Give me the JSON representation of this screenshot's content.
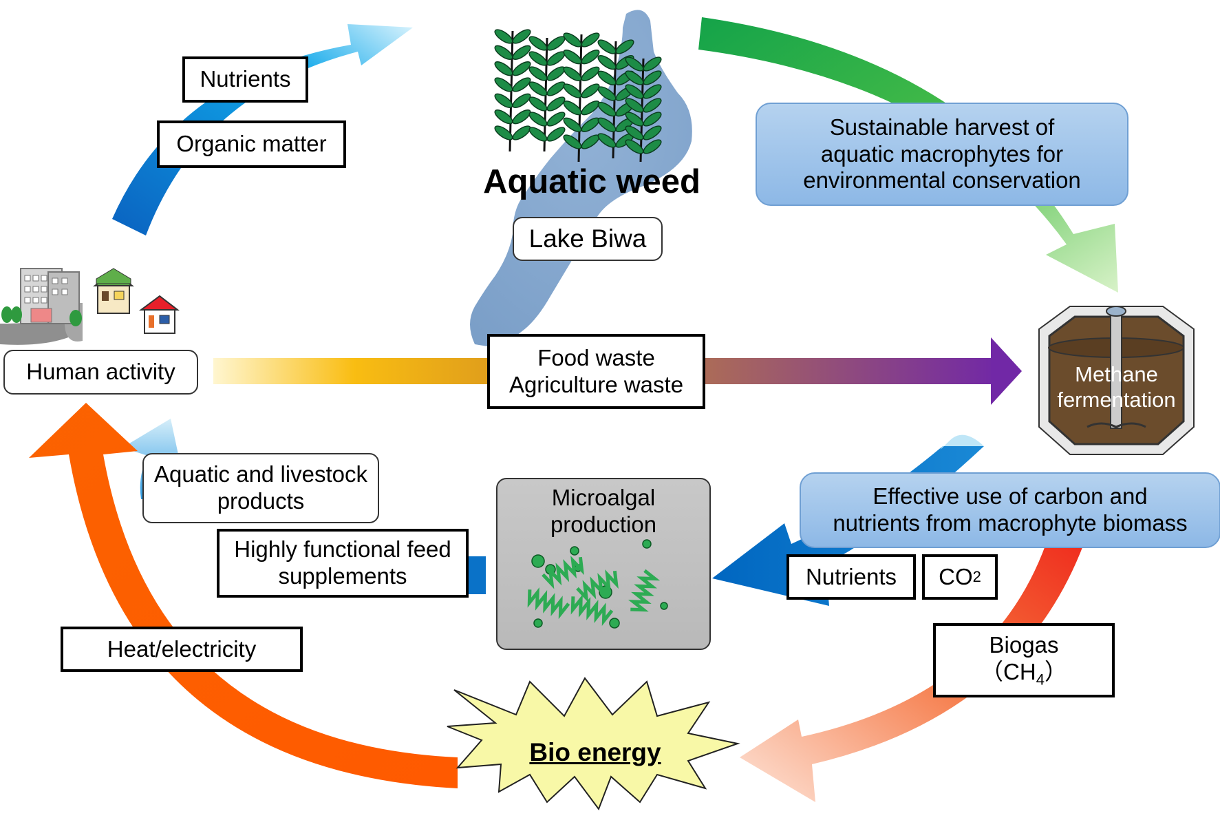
{
  "labels": {
    "nutrients_top": "Nutrients",
    "organic_matter": "Organic matter",
    "aquatic_weed": "Aquatic weed",
    "lake_biwa": "Lake Biwa",
    "sustainable_harvest": "Sustainable harvest of\naquatic macrophytes for\nenvironmental conservation",
    "human_activity": "Human activity",
    "food_waste": "Food waste",
    "agriculture_waste": "Agriculture waste",
    "methane": "Methane",
    "fermentation": "fermentation",
    "aquatic_livestock": "Aquatic and livestock\nproducts",
    "microalgal": "Microalgal\nproduction",
    "effective_use": "Effective use of carbon and\nnutrients from macrophyte biomass",
    "highly_functional": "Highly functional feed\nsupplements",
    "nutrients_bottom": "Nutrients",
    "co2_main": "CO",
    "co2_sub": "2",
    "heat_electricity": "Heat/electricity",
    "biogas": "Biogas",
    "ch4_main": "（CH",
    "ch4_sub": "4",
    "ch4_close": "）",
    "bio_energy": "Bio energy"
  },
  "colors": {
    "arrow_blue": "#0a72c8",
    "arrow_light_blue": "#5fc3ef",
    "arrow_green": "#17a84a",
    "arrow_light_green": "#8fd04c",
    "arrow_orange": "#fb6200",
    "arrow_red": "#ef2d1e",
    "arrow_peach": "#fbd2bf",
    "arrow_yellow": "#f9bd12",
    "arrow_purple": "#7128a6",
    "lake": "#86a8cf",
    "weed_leaf": "#1d8c46",
    "tank_liquid": "#6b4c2c",
    "starburst": "#f8f8a7",
    "microalgae": "#2dab53"
  },
  "icons": [
    "buildings-icon",
    "house-green-icon",
    "house-red-icon",
    "aquatic-weed-icon",
    "lake-biwa-map-icon",
    "methane-tank-icon",
    "microalgae-icon",
    "starburst-icon"
  ]
}
